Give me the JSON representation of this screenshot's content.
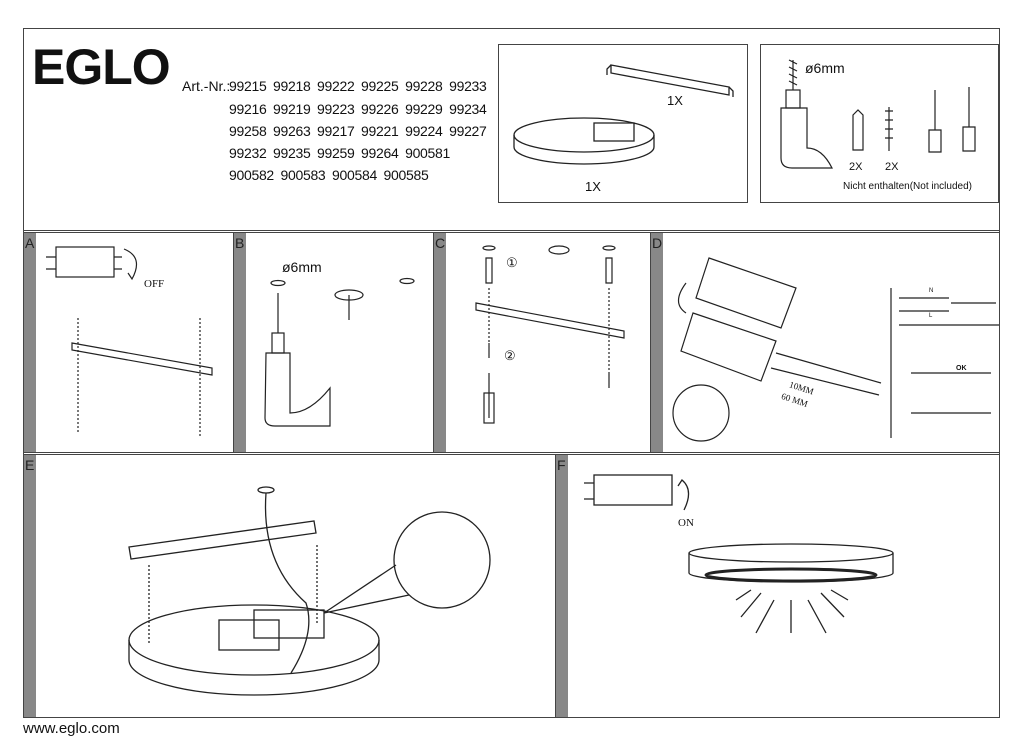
{
  "brand": "EGLO",
  "article_label": "Art.-Nr.:",
  "article_rows": [
    "99215 99218 99222 99225 99228 99233",
    "99216 99219 99223 99226 99229 99234",
    "99258 99263 99217 99221 99224 99227",
    "99232 99235 99259 99264 900581",
    "900582 900583 900584 900585"
  ],
  "contents": {
    "bracket_qty": "1X",
    "lamp_qty": "1X"
  },
  "tools": {
    "drill_size": "ø6mm",
    "plug_qty": "2X",
    "screw_qty": "2X",
    "note": "Nicht enthalten(Not included)"
  },
  "panels": {
    "a": {
      "letter": "A",
      "off": "OFF"
    },
    "b": {
      "letter": "B",
      "drill_size": "ø6mm"
    },
    "c": {
      "letter": "C",
      "step1": "①",
      "step2": "②"
    },
    "d": {
      "letter": "D",
      "len1": "10MM",
      "len2": "60 MM",
      "n": "N",
      "l": "L",
      "ok": "OK"
    },
    "e": {
      "letter": "E"
    },
    "f": {
      "letter": "F",
      "on": "ON"
    }
  },
  "footer": "www.eglo.com"
}
